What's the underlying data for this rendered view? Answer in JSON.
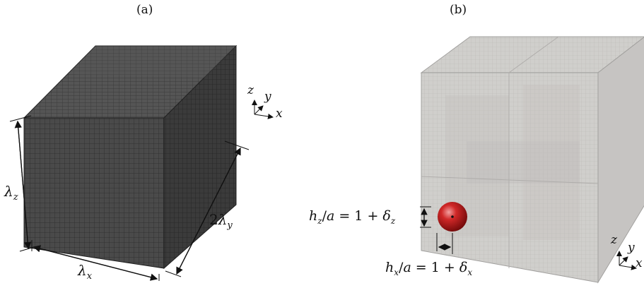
{
  "panels": [
    {
      "label": "(a)"
    },
    {
      "label": "(b)"
    }
  ],
  "panel_a": {
    "dim_z": "λz",
    "dim_x": "λx",
    "dim_y": "2λy",
    "axes": {
      "z": "z",
      "y": "y",
      "x": "x"
    }
  },
  "panel_b": {
    "eq_z": "hz/a = 1 + δz",
    "eq_x": "hx/a = 1 + δx",
    "axes": {
      "z": "z",
      "y": "y",
      "x": "x"
    }
  },
  "colors": {
    "mesh_dark": "#3a3a3a",
    "mesh_light": "#c8c6c3",
    "sphere": "#b31414"
  }
}
